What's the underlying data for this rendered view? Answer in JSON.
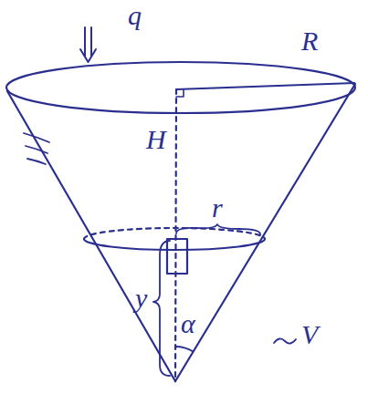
{
  "diagram": {
    "labels": [
      "q",
      "R",
      "H",
      "r",
      "y",
      "α",
      "V"
    ]
  }
}
